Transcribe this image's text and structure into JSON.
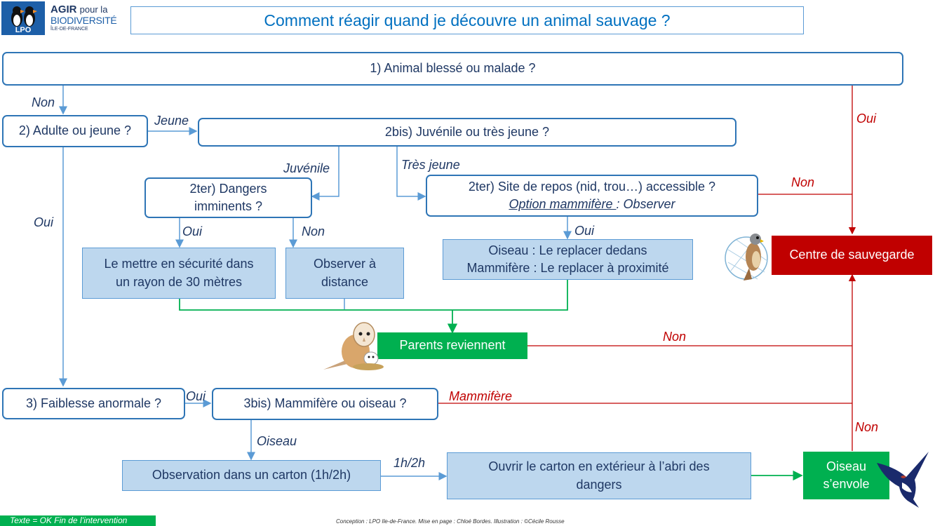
{
  "logo": {
    "badge_text": "LPO",
    "title_line1_a": "AGIR",
    "title_line1_b": "pour la",
    "title_line2": "BIODIVERSITÉ",
    "title_line3": "ÎLE-DE-FRANCE"
  },
  "title": "Comment réagir quand je découvre un animal sauvage ?",
  "nodes": {
    "q1": "1) Animal blessé ou malade  ?",
    "q2": "2) Adulte ou jeune ?",
    "q2bis": "2bis) Juvénile ou très jeune ?",
    "q2ter_a_line1": "2ter) Dangers",
    "q2ter_a_line2": "imminents ?",
    "q2ter_b_line1": "2ter) Site de repos (nid, trou…) accessible ?",
    "q2ter_b_line2_u": "Option mammifère ",
    "q2ter_b_line2_rest": ": Observer",
    "securite_line1": "Le mettre en sécurité dans",
    "securite_line2": "un rayon de 30 mètres",
    "observer_line1": "Observer à",
    "observer_line2": "distance",
    "replacer_line1": "Oiseau : Le replacer dedans",
    "replacer_line2": "Mammifère : Le replacer à proximité",
    "parents": "Parents reviennent",
    "centre": "Centre de sauvegarde",
    "q3": "3) Faiblesse anormale ?",
    "q3bis": "3bis) Mammifère ou oiseau ?",
    "carton": "Observation dans un carton (1h/2h)",
    "ouvrir_line1": "Ouvrir le carton en extérieur à l’abri des",
    "ouvrir_line2": "dangers",
    "envole_line1": "Oiseau",
    "envole_line2": "s’envole"
  },
  "labels": {
    "non_q1": "Non",
    "jeune": "Jeune",
    "juvenile": "Juvénile",
    "tres_jeune": "Très jeune",
    "oui_q2": "Oui",
    "oui_danger": "Oui",
    "non_danger": "Non",
    "oui_site": "Oui",
    "oui_red": "Oui",
    "non_site": "Non",
    "non_parents": "Non",
    "oui_q3": "Oui",
    "mammifere": "Mammifère",
    "oiseau": "Oiseau",
    "h12": "1h/2h",
    "non_envole": "Non"
  },
  "footer": {
    "legend": "Texte = OK Fin de l’intervention",
    "credits": "Conception : LPO Ile-de-France. Mise en page : Chloé Bordes. Illustration : ©Cécile Rousse"
  },
  "icons": {
    "logo": "puffin-logo-icon",
    "kestrel": "kestrel-illustration-icon",
    "owl": "barn-owl-illustration-icon",
    "swallow": "swallow-illustration-icon"
  },
  "colors": {
    "question_border": "#2e75b6",
    "action_fill": "#bdd7ee",
    "ok_green": "#00b050",
    "centre_red": "#c00000",
    "text_navy": "#1f3864"
  }
}
